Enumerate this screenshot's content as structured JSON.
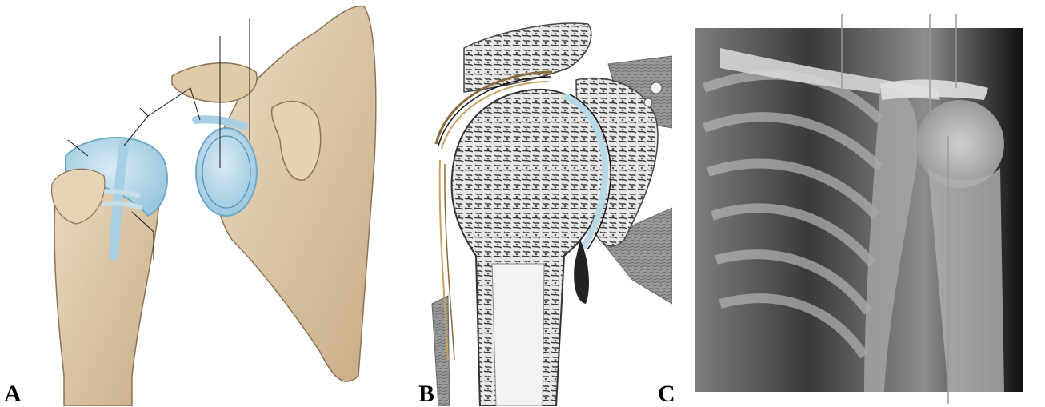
{
  "panels": [
    {
      "label": "A"
    },
    {
      "label": "B"
    },
    {
      "label": "C"
    }
  ],
  "colors": {
    "bone": "#dcc7a6",
    "bone_shadow": "#c4a982",
    "cartilage": "#b9d8e8",
    "cartilage_edge": "#6ea9c8",
    "leader_line": "#1a1a1a",
    "xray_dark": "#111111",
    "xray_light": "#d8d8d8"
  }
}
